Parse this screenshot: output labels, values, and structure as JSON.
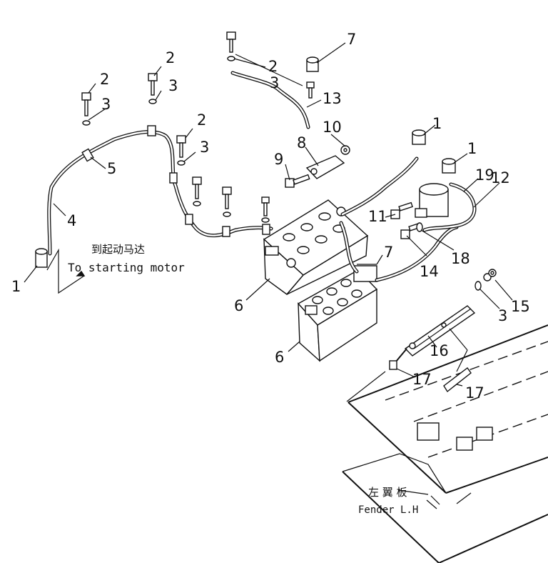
{
  "callouts": [
    "1",
    "2",
    "3",
    "4",
    "5",
    "6",
    "7",
    "8",
    "9",
    "10",
    "11",
    "12",
    "13",
    "14",
    "15",
    "16",
    "17",
    "18",
    "19"
  ],
  "labels": {
    "starter_zh": "到起动马达",
    "starter_en": "To starting motor",
    "fender_zh": "左 翼 板",
    "fender_en": "Fender L.H"
  }
}
